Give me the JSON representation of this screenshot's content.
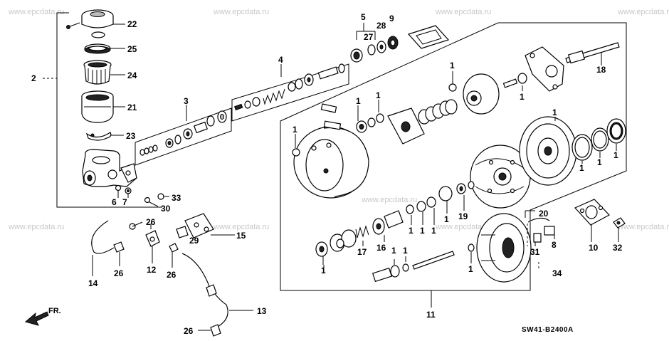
{
  "watermark": "www.epcdata.ru",
  "diagram_code": "SW41-B2400A",
  "direction_label": "FR.",
  "callouts": {
    "c1": "1",
    "c2": "2",
    "c3": "3",
    "c4": "4",
    "c5": "5",
    "c6": "6",
    "c7": "7",
    "c8": "8",
    "c9": "9",
    "c10": "10",
    "c11": "11",
    "c12": "12",
    "c13": "13",
    "c14": "14",
    "c15": "15",
    "c16": "16",
    "c17": "17",
    "c18": "18",
    "c19": "19",
    "c20": "20",
    "c21": "21",
    "c22": "22",
    "c23": "23",
    "c24": "24",
    "c25": "25",
    "c26": "26",
    "c27": "27",
    "c28": "28",
    "c29": "29",
    "c30": "30",
    "c31": "31",
    "c32": "32",
    "c33": "33",
    "c34": "34"
  }
}
